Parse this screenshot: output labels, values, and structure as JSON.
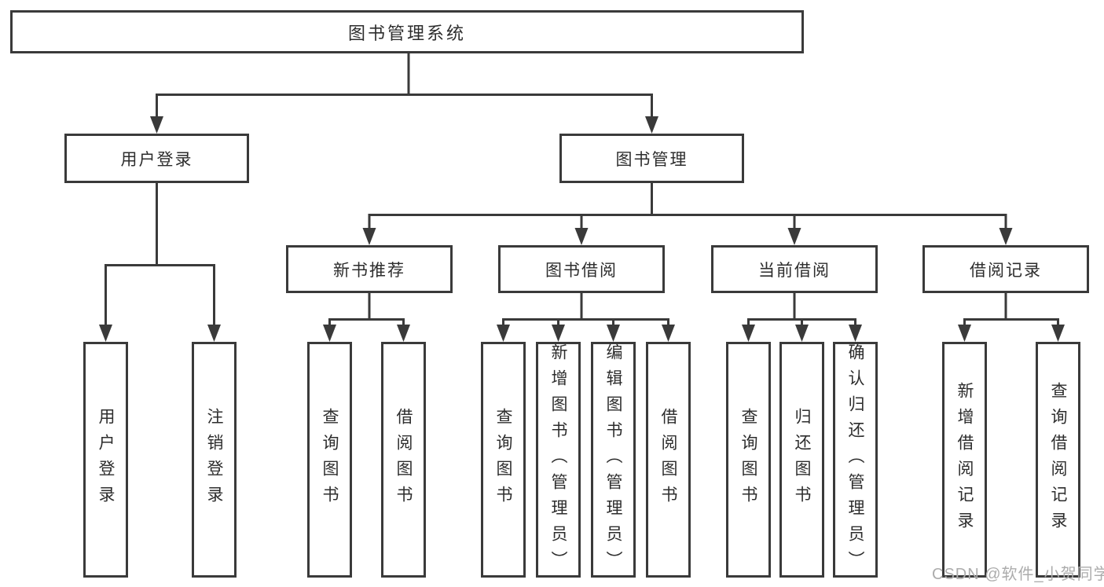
{
  "diagram_type": "hierarchy",
  "watermark": "CSDN @软件_小贺同学",
  "colors": {
    "line": "#3a3a3a",
    "box_border": "#3a3a3a",
    "box_fill": "#ffffff",
    "text": "#2d2d2d",
    "watermark": "#acacac",
    "background": "#ffffff"
  },
  "nodes": {
    "root": "图书管理系统",
    "level2": [
      "用户登录",
      "图书管理"
    ],
    "level3": [
      "新书推荐",
      "图书借阅",
      "当前借阅",
      "借阅记录"
    ],
    "user_login_children": [
      "用户登录",
      "注销登录"
    ],
    "new_book_children": [
      "查询图书",
      "借阅图书"
    ],
    "book_borrow_children": [
      "查询图书",
      "新增图书（管理员）",
      "编辑图书（管理员）",
      "借阅图书"
    ],
    "current_borrow_children": [
      "查询图书",
      "归还图书",
      "确认归还（管理员）"
    ],
    "borrow_record_children": [
      "新增借阅记录",
      "查询借阅记录"
    ]
  }
}
